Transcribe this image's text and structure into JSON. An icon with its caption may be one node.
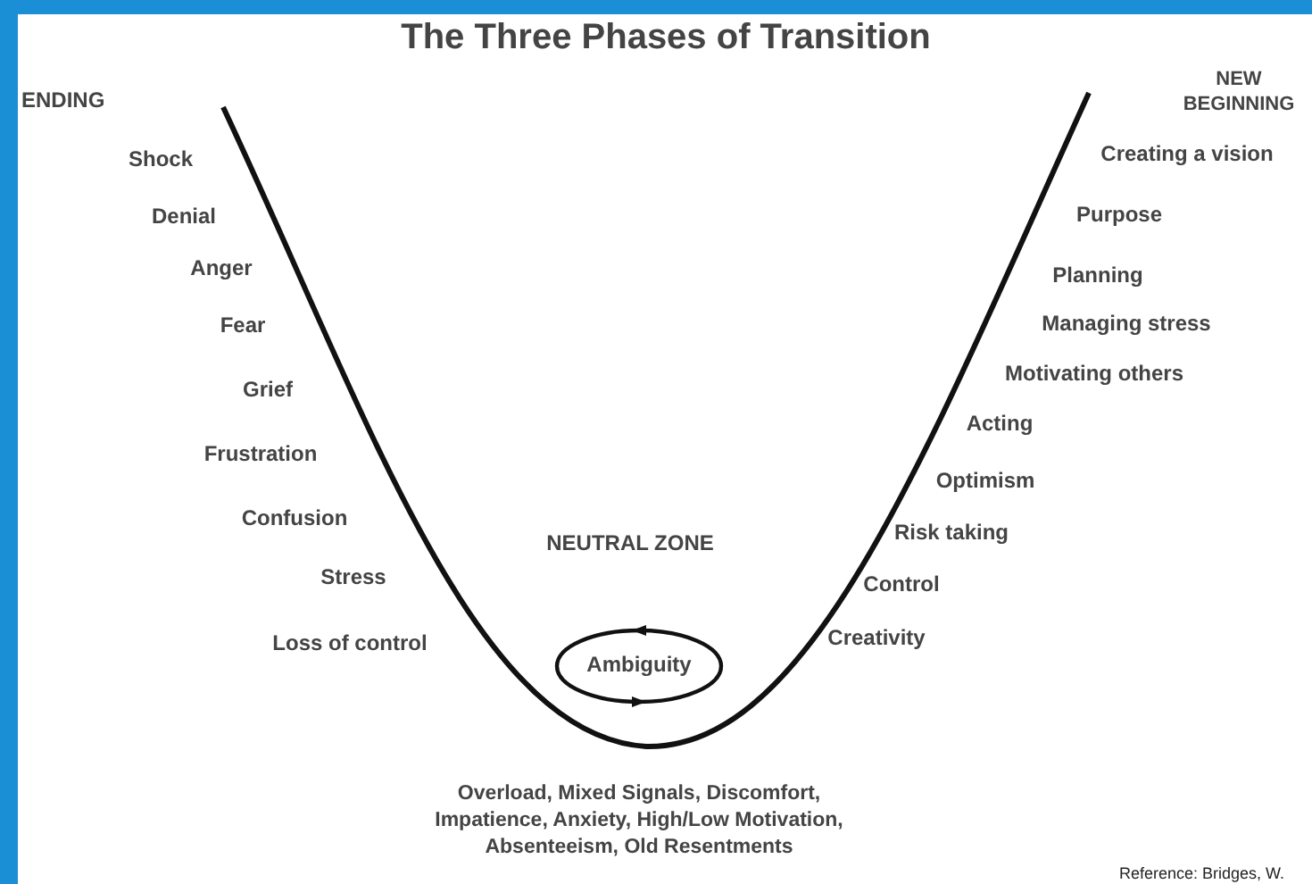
{
  "diagram": {
    "title": "The Three Phases of Transition",
    "nodes": [
      {
        "text": [
          "Ambiguity"
        ]
      }
    ],
    "edges": [],
    "labels": [
      "ENDING",
      "NEW BEGINNING",
      "Shock",
      "Denial",
      "Anger",
      "Fear",
      "Grief",
      "Frustration",
      "Confusion",
      "Stress",
      "Loss of control",
      "Creating a vision",
      "Purpose",
      "Planning",
      "Managing stress",
      "Motivating others",
      "Acting",
      "Optimism",
      "Risk taking",
      "Control",
      "Creativity",
      "NEUTRAL ZONE",
      "Overload, Mixed Signals, Discomfort, Impatience, Anxiety, High/Low Motivation, Absenteeism, Old Resentments",
      "Reference: Bridges, W."
    ]
  }
}
